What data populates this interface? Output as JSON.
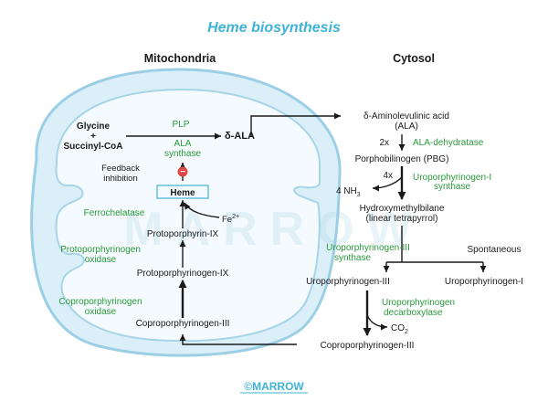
{
  "title": "Heme biosynthesis",
  "sections": {
    "mito": "Mitochondria",
    "cyto": "Cytosol"
  },
  "nodes": {
    "glycine": "Glycine",
    "plus": "+",
    "succinyl": "Succinyl-CoA",
    "ala_short": "δ-ALA",
    "heme": "Heme",
    "feedback1": "Feedback",
    "feedback2": "inhibition",
    "inhibit_symbol": "−",
    "fe": "Fe",
    "fe_sup": "2+",
    "proto9": "Protoporphyrin-IX",
    "protogen9": "Protoporphyrinogen-IX",
    "coprogen3_mito": "Coproporphyrinogen-III",
    "ala_full": "δ-Aminolevulinic acid",
    "ala_abbr": "(ALA)",
    "ala_2x": "2x",
    "pbg": "Porphobilinogen (PBG)",
    "pbg_4x": "4x",
    "nh3_base": "4 NH",
    "nh3_sub": "3",
    "hmb": "Hydroxymethylbilane",
    "hmb_sub": "(linear tetrapyrrol)",
    "spontaneous": "Spontaneous",
    "urogen3": "Uroporphyrinogen-III",
    "urogen1": "Uroporphyrinogen-I",
    "co2_base": "CO",
    "co2_sub": "2",
    "coprogen3_cyto": "Coproporphyrinogen-III"
  },
  "enzymes": {
    "plp": "PLP",
    "ala_synthase_1": "ALA",
    "ala_synthase_2": "synthase",
    "ferrochelatase": "Ferrochelatase",
    "ppo_1": "Protoporphyrinogen",
    "ppo_2": "oxidase",
    "cpo_1": "Coproporphyrinogen",
    "cpo_2": "oxidase",
    "ala_dehydratase": "ALA-dehydratase",
    "uro1_synthase_1": "Uroporphyrinogen-I",
    "uro1_synthase_2": "synthase",
    "uro3_synthase_1": "Uroporphyrinogen-III",
    "uro3_synthase_2": "synthase",
    "uro_decarb_1": "Uroporphyrinogen",
    "uro_decarb_2": "decarboxylase"
  },
  "watermark": "MARROW",
  "logo": {
    "symbol": "©",
    "text": "MARROW"
  },
  "colors": {
    "enzyme": "#2a9a3a",
    "title": "#3fb3d6",
    "mito_fill": "#dbeff8",
    "mito_stroke": "#9ccfe5",
    "inhibit": "#e04848"
  }
}
